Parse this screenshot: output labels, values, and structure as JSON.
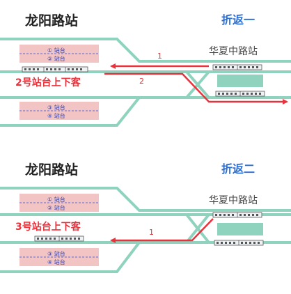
{
  "colors": {
    "track": "#8fd2be",
    "platform": "#f2c4c4",
    "route": "#e8323c",
    "accent": "#2a6fd6",
    "train_fill": "#eef2f5",
    "train_stroke": "#555555",
    "hz_platform": "#8fd2be"
  },
  "panel1": {
    "station": "龙阳路站",
    "mode": "折返一",
    "terminal": "华夏中路站",
    "platform_top": [
      "① 站台",
      "② 站台"
    ],
    "platform_bottom": [
      "③ 站台",
      "④ 站台"
    ],
    "callout": "2号站台上下客",
    "route_labels": [
      "1",
      "2"
    ]
  },
  "panel2": {
    "station": "龙阳路站",
    "mode": "折返二",
    "terminal": "华夏中路站",
    "platform_top": [
      "① 站台",
      "② 站台"
    ],
    "platform_bottom": [
      "③ 站台",
      "④ 站台"
    ],
    "callout": "3号站台上下客",
    "route_labels": [
      "1"
    ]
  }
}
